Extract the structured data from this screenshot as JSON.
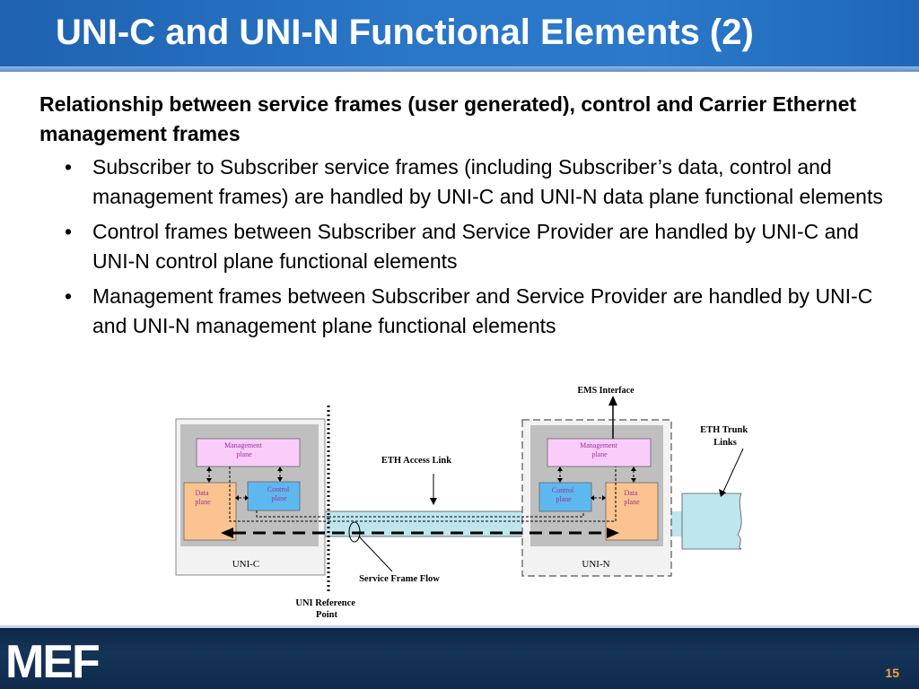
{
  "slide": {
    "title": "UNI-C and UNI-N Functional Elements (2)",
    "subtitle": "Relationship between service frames (user generated), control and Carrier Ethernet management frames",
    "bullets": [
      "Subscriber to Subscriber service frames (including Subscriber’s data, control and management frames) are handled by UNI-C and UNI-N data plane functional elements",
      "Control frames between Subscriber and Service Provider are handled by UNI-C and UNI-N control plane functional elements",
      "Management frames between Subscriber and Service Provider are handled by UNI-C and UNI-N management plane functional elements"
    ],
    "bullet_glyph": "•",
    "page_number": "15",
    "logo_text": "MEF"
  },
  "diagram": {
    "labels": {
      "ems_interface": "EMS Interface",
      "eth_trunk_links": [
        "ETH Trunk",
        "Links"
      ],
      "eth_access_link": "ETH Access Link",
      "service_frame_flow": "Service Frame Flow",
      "uni_reference_point": [
        "UNI Reference",
        "Point"
      ],
      "uni_c": "UNI-C",
      "uni_n": "UNI-N"
    },
    "left_box": {
      "management": [
        "Management",
        "plane"
      ],
      "data": [
        "Data",
        "plane"
      ],
      "control": [
        "Control",
        "plane"
      ]
    },
    "right_box": {
      "management": [
        "Management",
        "plane"
      ],
      "control": [
        "Control",
        "plane"
      ],
      "data": [
        "Data",
        "plane"
      ]
    },
    "colors": {
      "header_blue": "#2a76c7",
      "management_fill": "#f9ccf9",
      "control_fill": "#5db8f0",
      "data_fill": "#fbc38f",
      "link_fill": "#bfe6ef",
      "box_fill": "#bfbfbf",
      "footer_navy": "#143458",
      "page_number": "#f2a43a"
    }
  }
}
